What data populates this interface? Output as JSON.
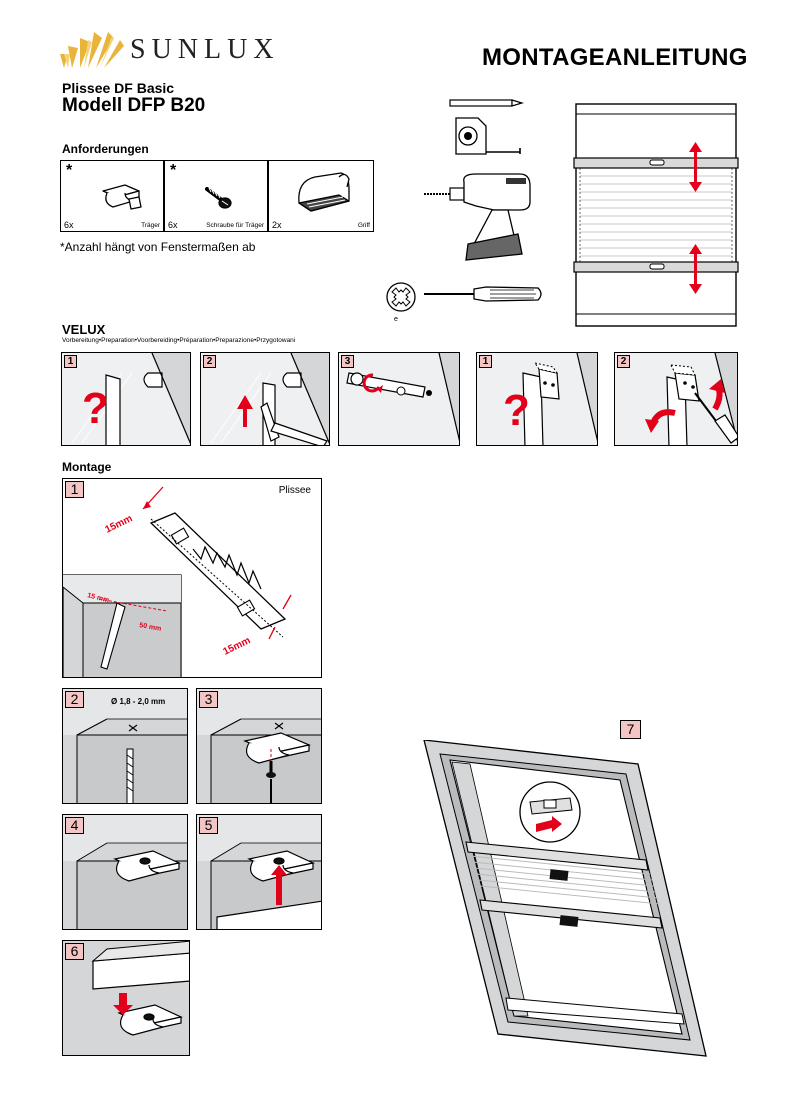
{
  "brand": {
    "name": "SUNLUX"
  },
  "document": {
    "title": "MONTAGEANLEITUNG",
    "product_line": "Plissee DF Basic",
    "model": "Modell DFP B20"
  },
  "requirements": {
    "heading": "Anforderungen",
    "items": [
      {
        "qty": "6x",
        "label": "Träger",
        "starred": true
      },
      {
        "qty": "6x",
        "label": "Schraube für Träger",
        "starred": true
      },
      {
        "qty": "2x",
        "label": "Griff",
        "starred": false
      }
    ],
    "star": "*",
    "note": "*Anzahl hängt von Fenstermaßen ab"
  },
  "tools": {
    "bit_label": "e"
  },
  "velux": {
    "title": "VELUX",
    "languages": "Vorbereitung•Preparation•Voorbereiding•Préparation•Preparazione•Przygotowani",
    "steps": [
      "1",
      "2",
      "3",
      "1",
      "2"
    ],
    "question_mark": "?"
  },
  "montage": {
    "heading": "Montage",
    "step1": {
      "number": "1",
      "label": "Plissee",
      "dim_top": "15mm",
      "dim_bottom": "15mm",
      "inset_dim1": "15 mm",
      "inset_dim2": "50 mm"
    },
    "step2": {
      "number": "2",
      "drill_size": "Ø 1,8 - 2,0 mm"
    },
    "step3": {
      "number": "3"
    },
    "step4": {
      "number": "4"
    },
    "step5": {
      "number": "5"
    },
    "step6": {
      "number": "6"
    },
    "step7": {
      "number": "7"
    }
  },
  "colors": {
    "accent_red": "#e3001b",
    "step_badge": "#f3c5c5",
    "panel_gray": "#d4d6d8",
    "logo_gold": "#e8b53a"
  }
}
